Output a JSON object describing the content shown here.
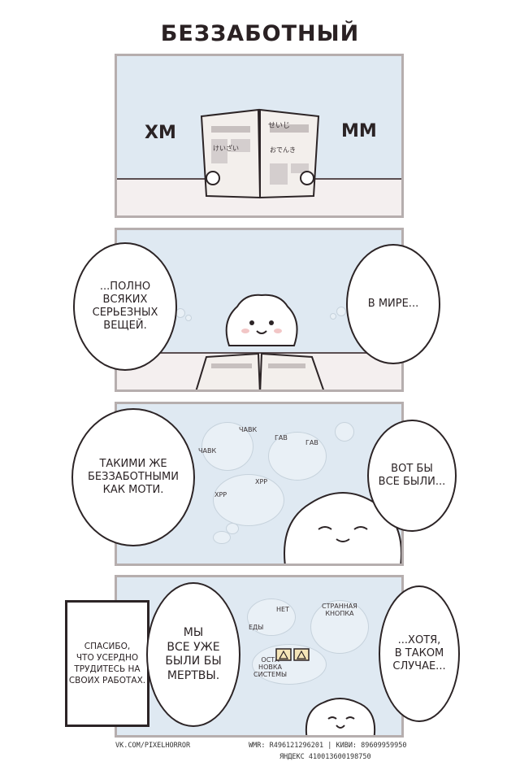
{
  "title": "БЕЗЗАБОТНЫЙ",
  "panel1": {
    "sfx_left": "ХМ",
    "sfx_right": "ММ",
    "newspaper_text": [
      "せいじ",
      "けいざい",
      "おでんき"
    ]
  },
  "panel2": {
    "bubble_left": "...ПОЛНО\nВСЯКИХ\nСЕРЬЕЗНЫХ\nВЕЩЕЙ.",
    "bubble_right": "В МИРЕ..."
  },
  "panel3": {
    "bubble_left": "ТАКИМИ ЖЕ\nБЕЗЗАБОТНЫМИ\nКАК МОТИ.",
    "bubble_right": "ВОТ БЫ\nВСЕ БЫЛИ...",
    "thought_labels": [
      "ЧАВК",
      "ЧАВК",
      "ГАВ",
      "ГАВ",
      "ХРР",
      "ХРР"
    ]
  },
  "panel4": {
    "note": "СПАСИБО,\nЧТО УСЕРДНО\nТРУДИТЕСЬ НА\nСВОИХ РАБОТАХ.",
    "bubble_middle": "МЫ\nВСЕ УЖЕ\nБЫЛИ БЫ\nМЕРТВЫ.",
    "bubble_right": "...ХОТЯ,\nВ ТАКОМ\nСЛУЧАЕ...",
    "thought_labels": [
      "НЕТ",
      "ЕДЫ",
      "СТРАННАЯ\nКНОПКА",
      "ОСТА\nНОВКА\nСИСТЕМЫ"
    ]
  },
  "footer": {
    "site": "VK.COM/PIXELHORROR",
    "wallets": "WMR: R496121296201 | КИВИ: 89609959950",
    "yandex": "ЯНДЕКС 410013600198750"
  },
  "colors": {
    "panel_bg": "#dfe9f2",
    "panel_border": "#b6aeae",
    "ink": "#2b2325",
    "table": "#f4efef"
  }
}
